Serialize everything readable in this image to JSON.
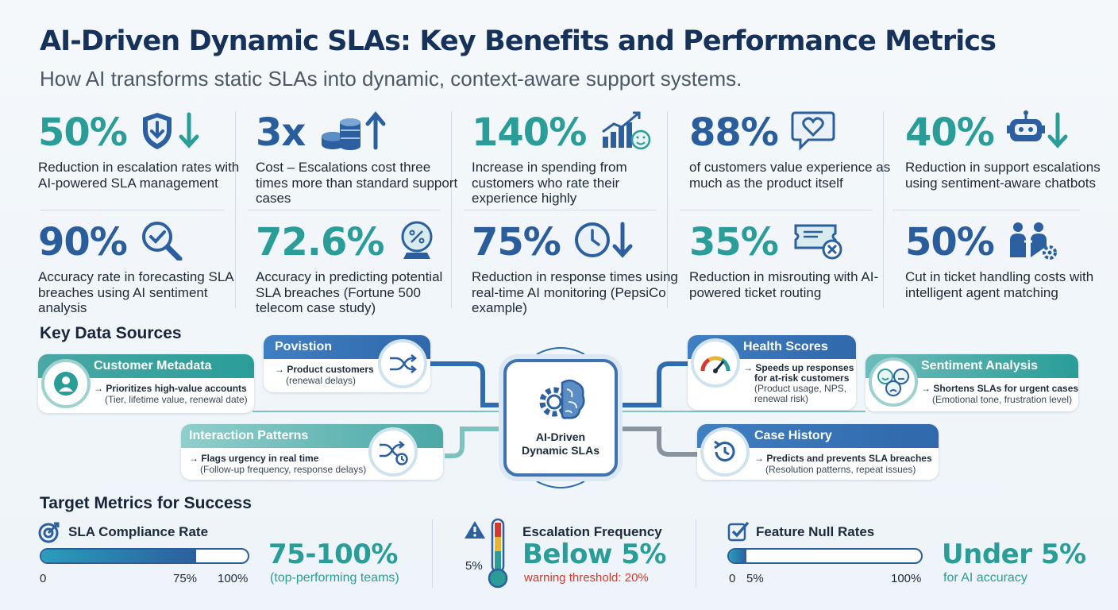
{
  "header": {
    "title": "AI-Driven Dynamic SLAs: Key Benefits and Performance Metrics",
    "subtitle": "How AI transforms static SLAs into dynamic, context-aware support systems."
  },
  "stats": [
    {
      "value": "50%",
      "text": "Reduction in escalation rates with AI-powered SLA management",
      "icon": "shield-down-icon",
      "color": "#2a9d98"
    },
    {
      "value": "3x",
      "text": "Cost – Escalations cost three times more than standard support cases",
      "icon": "coins-up-icon",
      "color": "#2a5d9c"
    },
    {
      "value": "140%",
      "text": "Increase in spending from customers who rate their experience highly",
      "icon": "growth-chart-icon",
      "color": "#2a9d98"
    },
    {
      "value": "88%",
      "text": "of customers value experience as much as the product itself",
      "icon": "heart-chat-icon",
      "color": "#2a5d9c"
    },
    {
      "value": "40%",
      "text": "Reduction in support escalations using sentiment-aware chatbots",
      "icon": "robot-down-icon",
      "color": "#2a9d98"
    },
    {
      "value": "90%",
      "text": "Accuracy rate in forecasting SLA breaches using AI sentiment analysis",
      "icon": "magnifier-check-icon",
      "color": "#2a5d9c"
    },
    {
      "value": "72.6%",
      "text": "Accuracy in predicting potential SLA breaches (Fortune 500 telecom case study)",
      "icon": "crystal-ball-icon",
      "color": "#2a9d98"
    },
    {
      "value": "75%",
      "text": "Reduction in response times using real-time AI monitoring (PepsiCo example)",
      "icon": "clock-down-icon",
      "color": "#2a5d9c"
    },
    {
      "value": "35%",
      "text": "Reduction in misrouting with AI-powered ticket routing",
      "icon": "ticket-x-icon",
      "color": "#2a9d98"
    },
    {
      "value": "50%",
      "text": "Cut in ticket handling costs with intelligent agent matching",
      "icon": "agent-match-icon",
      "color": "#2a5d9c"
    }
  ],
  "sources": {
    "heading": "Key Data Sources",
    "hub_line1": "AI-Driven",
    "hub_line2": "Dynamic SLAs",
    "cards": {
      "customer": {
        "title": "Customer Metadata",
        "line1": "→ Prioritizes high-value accounts",
        "line2": "(Tier, lifetime value, renewal date)"
      },
      "provision": {
        "title": "Povistion",
        "line1": "→ Product customers",
        "line2": "(renewal delays)"
      },
      "interaction": {
        "title": "Interaction Patterns",
        "line1": "→ Flags urgency in real time",
        "line2": "(Follow-up frequency, response delays)"
      },
      "health": {
        "title": "Health Scores",
        "line1": "→ Speeds up responses",
        "line1b": "for at-risk customers",
        "line2": "(Product usage, NPS,",
        "line2b": "renewal risk)"
      },
      "sentiment": {
        "title": "Sentiment Analysis",
        "line1": "→ Shortens SLAs for urgent cases",
        "line2": "(Emotional tone, frustration level)"
      },
      "history": {
        "title": "Case History",
        "line1": "→ Predicts and prevents SLA breaches",
        "line2": "(Resolution patterns, repeat issues)"
      }
    }
  },
  "metrics": {
    "heading": "Target Metrics for Success",
    "sla": {
      "title": "SLA Compliance Rate",
      "fill_fraction": 0.75,
      "tick_min": "0",
      "tick_mid": "75%",
      "tick_max": "100%",
      "big": "75-100%",
      "sub": "(top-performing teams)"
    },
    "escalation": {
      "title": "Escalation Frequency",
      "marker": "5%",
      "big": "Below 5%",
      "sub": "warning threshold: 20%",
      "sub_color": "#d23b2f"
    },
    "feature": {
      "title": "Feature Null Rates",
      "fill_fraction": 0.05,
      "tick_min": "0",
      "tick_mid": "5%",
      "tick_max": "100%",
      "big": "Under 5%",
      "sub": "for AI accuracy"
    }
  }
}
